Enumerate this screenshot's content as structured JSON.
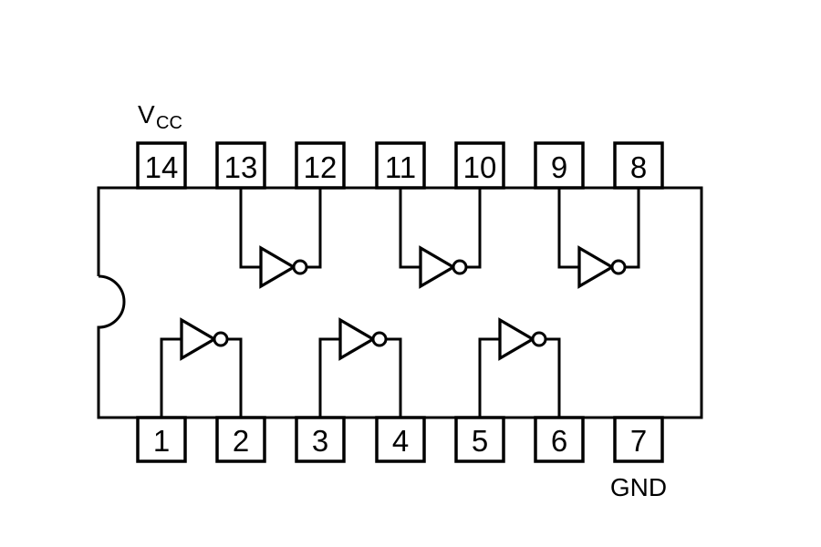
{
  "diagram": {
    "type": "ic-pinout-hex-inverter",
    "package": "14-pin DIP",
    "power_label": {
      "main": "V",
      "subscript": "CC"
    },
    "ground_label": "GND",
    "pins": {
      "top": [
        "14",
        "13",
        "12",
        "11",
        "10",
        "9",
        "8"
      ],
      "bottom": [
        "1",
        "2",
        "3",
        "4",
        "5",
        "6",
        "7"
      ]
    },
    "gates": [
      {
        "row": "top",
        "input_pin": "13",
        "output_pin": "12"
      },
      {
        "row": "top",
        "input_pin": "11",
        "output_pin": "10"
      },
      {
        "row": "top",
        "input_pin": "9",
        "output_pin": "8"
      },
      {
        "row": "bottom",
        "input_pin": "1",
        "output_pin": "2"
      },
      {
        "row": "bottom",
        "input_pin": "3",
        "output_pin": "4"
      },
      {
        "row": "bottom",
        "input_pin": "5",
        "output_pin": "6"
      }
    ],
    "colors": {
      "line": "#000000",
      "background": "#ffffff"
    }
  }
}
